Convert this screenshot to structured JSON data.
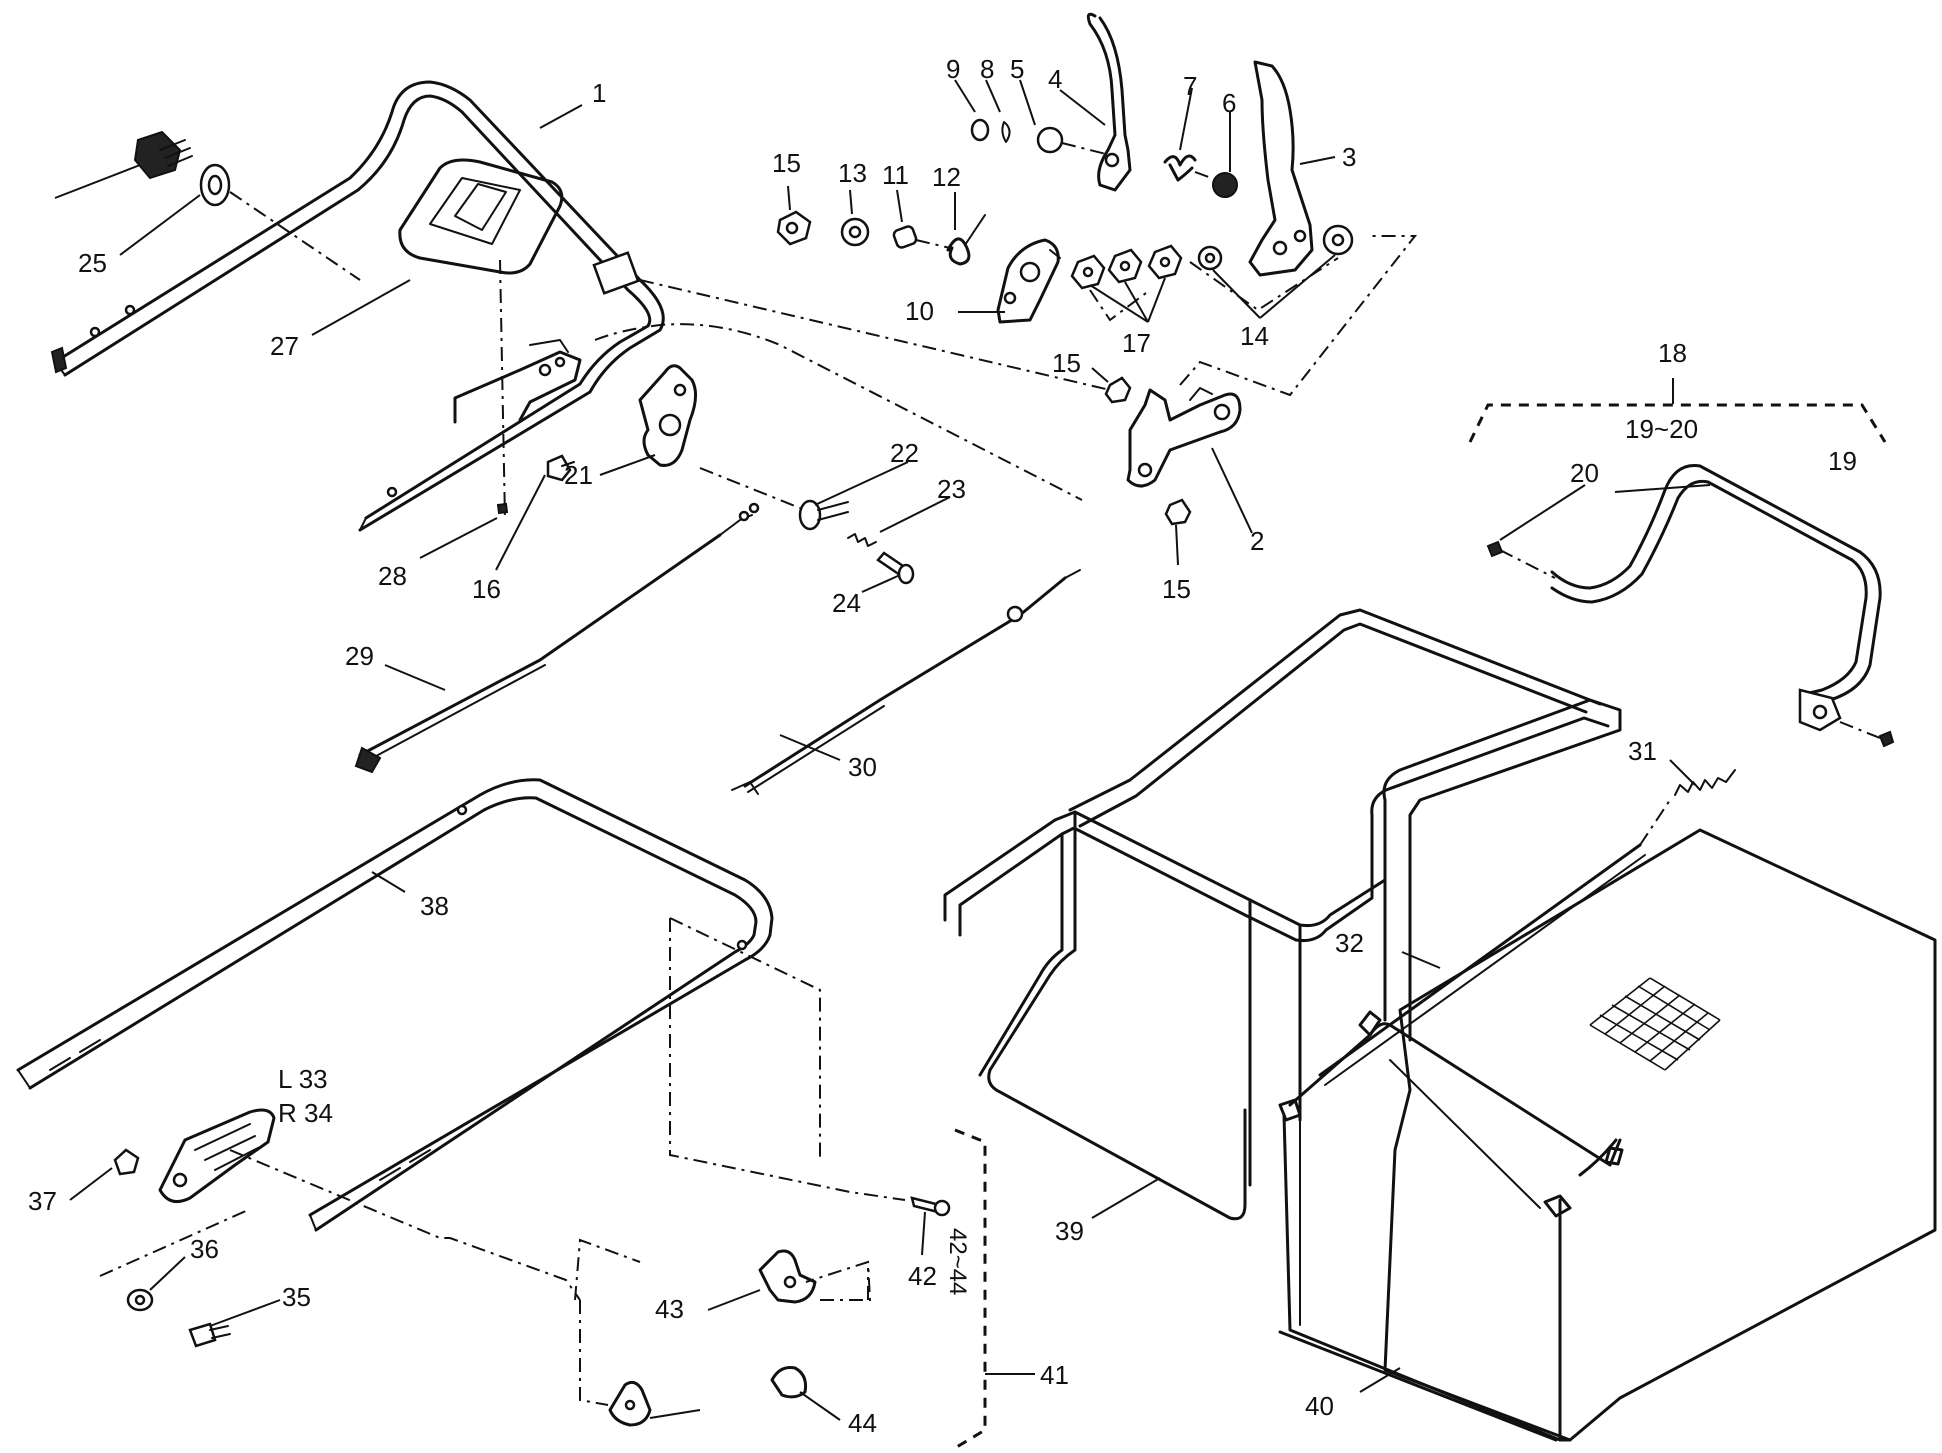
{
  "callouts": {
    "c1": "1",
    "c2": "2",
    "c3": "3",
    "c4": "4",
    "c5": "5",
    "c6": "6",
    "c7": "7",
    "c8": "8",
    "c9": "9",
    "c10": "10",
    "c11": "11",
    "c12": "12",
    "c13": "13",
    "c14": "14",
    "c15a": "15",
    "c15b": "15",
    "c15c": "15",
    "c16": "16",
    "c17": "17",
    "c18": "18",
    "c19": "19",
    "c19_20": "19~20",
    "c20": "20",
    "c21": "21",
    "c22": "22",
    "c23": "23",
    "c24": "24",
    "c25": "25",
    "c27": "27",
    "c28": "28",
    "c29": "29",
    "c30": "30",
    "c31": "31",
    "c32": "32",
    "c33": "L 33",
    "c34": "R 34",
    "c35": "35",
    "c36": "36",
    "c37": "37",
    "c38": "38",
    "c39": "39",
    "c40": "40",
    "c41": "41",
    "c42": "42",
    "c42_44": "42~44",
    "c43": "43",
    "c44": "44"
  }
}
